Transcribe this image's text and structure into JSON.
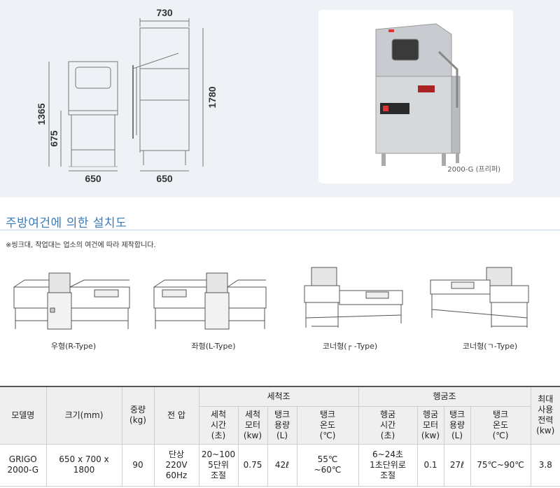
{
  "drawing": {
    "dim_top_width": "730",
    "dim_front_height": "1365",
    "dim_front_table_height": "675",
    "dim_side_height": "1780",
    "dim_front_width": "650",
    "dim_side_width": "650"
  },
  "product": {
    "caption": "2000-G (프리퍼)"
  },
  "section": {
    "title": "주방여건에 의한 설치도",
    "note": "※씽크대, 작업대는 업소의 여건에 따라 제작합니다."
  },
  "layouts": [
    {
      "label": "우형(R-Type)"
    },
    {
      "label": "좌형(L-Type)"
    },
    {
      "label": "코너형(┌ -Type)"
    },
    {
      "label": "코너형(ㄱ-Type)"
    }
  ],
  "spec": {
    "headers": {
      "model": "모델명",
      "size": "크기(mm)",
      "weight": "중량\n(kg)",
      "voltage": "전 압",
      "wash_group": "세척조",
      "rinse_group": "헹굼조",
      "max_power": "최대\n사용\n전력\n(kw)",
      "wash_time": "세척\n시간\n(초)",
      "wash_motor": "세척\n모터\n(kw)",
      "wash_tank": "탱크\n용량\n(L)",
      "wash_temp": "탱크\n온도\n(℃)",
      "rinse_time": "헹굼\n시간\n(초)",
      "rinse_motor": "헹굼\n모터\n(kw)",
      "rinse_tank": "탱크\n용량\n(L)",
      "rinse_temp": "탱크\n온도\n(℃)"
    },
    "row": {
      "model": "GRIGO\n2000-G",
      "size": "650 x 700 x\n1800",
      "weight": "90",
      "voltage": "단상\n220V\n60Hz",
      "wash_time": "20~100\n5단위\n조절",
      "wash_motor": "0.75",
      "wash_tank": "42ℓ",
      "wash_temp": "55℃\n~60℃",
      "rinse_time": "6~24초\n1초단위로\n조절",
      "rinse_motor": "0.1",
      "rinse_tank": "27ℓ",
      "rinse_temp": "75℃~90℃",
      "max_power": "3.8"
    }
  }
}
